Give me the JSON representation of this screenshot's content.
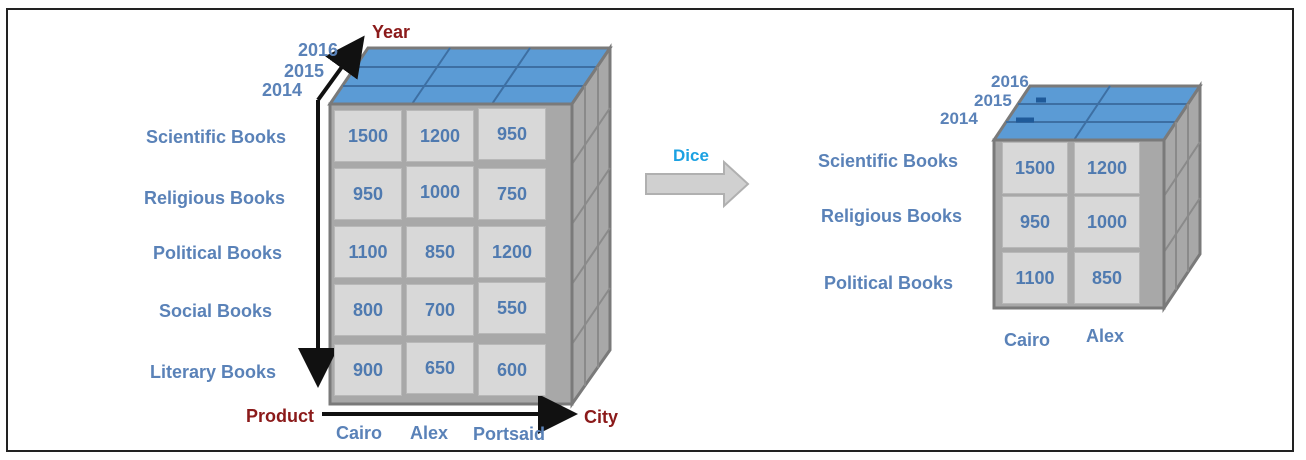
{
  "left_cube": {
    "year_axis_label": "Year",
    "product_axis_label": "Product",
    "city_axis_label": "City",
    "years": [
      "2016",
      "2015",
      "2014"
    ],
    "products": [
      "Scientific Books",
      "Religious Books",
      "Political Books",
      "Social Books",
      "Literary Books"
    ],
    "cities": [
      "Cairo",
      "Alex",
      "Portsaid"
    ],
    "values": [
      [
        "1500",
        "1200",
        "950"
      ],
      [
        "950",
        "1000",
        "750"
      ],
      [
        "1100",
        "850",
        "1200"
      ],
      [
        "800",
        "700",
        "550"
      ],
      [
        "900",
        "650",
        "600"
      ]
    ]
  },
  "operation": {
    "label": "Dice"
  },
  "right_cube": {
    "years": [
      "2016",
      "2015",
      "2014"
    ],
    "products": [
      "Scientific Books",
      "Religious Books",
      "Political Books"
    ],
    "cities": [
      "Cairo",
      "Alex"
    ],
    "values": [
      [
        "1500",
        "1200"
      ],
      [
        "950",
        "1000"
      ],
      [
        "1100",
        "850"
      ]
    ]
  },
  "colors": {
    "cell_text": "#4f7ab0",
    "axis_label": "#8b1a1a",
    "cube_top": "#5b9bd5",
    "cube_side": "#a8a8a8",
    "operation_label": "#1ba1e2"
  }
}
